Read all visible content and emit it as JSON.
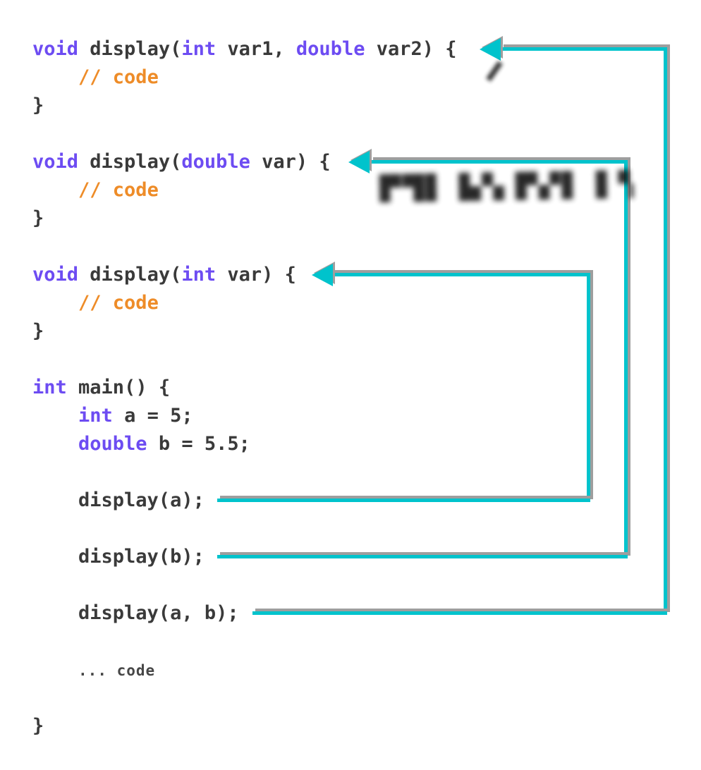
{
  "colors": {
    "background": "#ffffff",
    "code_text": "#3a3a3a",
    "keyword": "#6d4cf2",
    "comment": "#ee8c28",
    "arrow_accent": "#00c3cc",
    "arrow_shadow": "#9e9e9e",
    "ink_smudge": "#161616"
  },
  "code": {
    "language": "cpp",
    "lines": [
      {
        "tokens": [
          [
            "kw",
            "void"
          ],
          [
            "pl",
            " display("
          ],
          [
            "kw",
            "int"
          ],
          [
            "pl",
            " var1, "
          ],
          [
            "kw",
            "double"
          ],
          [
            "pl",
            " var2) {"
          ]
        ]
      },
      {
        "tokens": [
          [
            "pl",
            "    "
          ],
          [
            "cm",
            "// code"
          ]
        ]
      },
      {
        "tokens": [
          [
            "pl",
            "}"
          ]
        ]
      },
      {
        "tokens": []
      },
      {
        "tokens": [
          [
            "kw",
            "void"
          ],
          [
            "pl",
            " display("
          ],
          [
            "kw",
            "double"
          ],
          [
            "pl",
            " var) {"
          ]
        ]
      },
      {
        "tokens": [
          [
            "pl",
            "    "
          ],
          [
            "cm",
            "// code"
          ]
        ]
      },
      {
        "tokens": [
          [
            "pl",
            "}"
          ]
        ]
      },
      {
        "tokens": []
      },
      {
        "tokens": [
          [
            "kw",
            "void"
          ],
          [
            "pl",
            " display("
          ],
          [
            "kw",
            "int"
          ],
          [
            "pl",
            " var) {"
          ]
        ]
      },
      {
        "tokens": [
          [
            "pl",
            "    "
          ],
          [
            "cm",
            "// code"
          ]
        ]
      },
      {
        "tokens": [
          [
            "pl",
            "}"
          ]
        ]
      },
      {
        "tokens": []
      },
      {
        "tokens": [
          [
            "kw",
            "int"
          ],
          [
            "pl",
            " main() {"
          ]
        ]
      },
      {
        "tokens": [
          [
            "pl",
            "    "
          ],
          [
            "kw",
            "int"
          ],
          [
            "pl",
            " a = 5;"
          ]
        ]
      },
      {
        "tokens": [
          [
            "pl",
            "    "
          ],
          [
            "kw",
            "double"
          ],
          [
            "pl",
            " b = 5.5;"
          ]
        ]
      },
      {
        "tokens": []
      },
      {
        "tokens": [
          [
            "pl",
            "    display(a);"
          ]
        ]
      },
      {
        "tokens": []
      },
      {
        "tokens": [
          [
            "pl",
            "    display(b);"
          ]
        ]
      },
      {
        "tokens": []
      },
      {
        "tokens": [
          [
            "pl",
            "    display(a, b);"
          ]
        ]
      },
      {
        "tokens": []
      },
      {
        "tokens": [
          [
            "pl",
            "    "
          ],
          [
            "dim",
            "... code"
          ]
        ]
      },
      {
        "tokens": []
      },
      {
        "tokens": [
          [
            "pl",
            "}"
          ]
        ]
      }
    ]
  },
  "arrows": [
    {
      "name": "call display(a, b) to display(int, double)"
    },
    {
      "name": "call display(b) to display(double)"
    },
    {
      "name": "call display(a) to display(int)"
    }
  ],
  "illegible_note": {
    "text": "▛▜▌ ▙▚ ▛▞▌▐ ▚▌"
  }
}
